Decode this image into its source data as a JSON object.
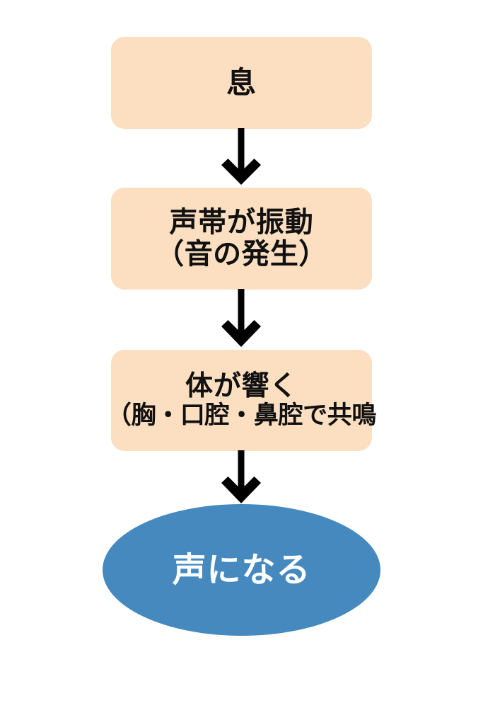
{
  "diagram": {
    "type": "flowchart",
    "orientation": "vertical",
    "background_color": "#ffffff",
    "box_fill_color": "#fcdfc0",
    "ellipse_fill_color": "#4589be",
    "text_color": "#111111",
    "ellipse_text_color": "#ffffff",
    "arrow_color": "#000000",
    "nodes": [
      {
        "id": "breath",
        "shape": "rounded-rectangle",
        "lines": [
          "息"
        ],
        "line_main": "息",
        "line_sub": ""
      },
      {
        "id": "vocal-folds",
        "shape": "rounded-rectangle",
        "lines": [
          "声帯が振動",
          "（音の発生）"
        ],
        "line_main": "声帯が振動",
        "line_sub": "（音の発生）"
      },
      {
        "id": "resonance",
        "shape": "rounded-rectangle",
        "lines": [
          "体が響く",
          "（胸・口腔・鼻腔で共鳴"
        ],
        "line_main": "体が響く",
        "line_sub": "（胸・口腔・鼻腔で共鳴"
      },
      {
        "id": "voice",
        "shape": "ellipse",
        "lines": [
          "声になる"
        ],
        "line_main": "声になる",
        "line_sub": ""
      }
    ],
    "connectors": [
      {
        "id": "arrow-1",
        "from": "breath",
        "to": "vocal-folds",
        "style": "down-arrow"
      },
      {
        "id": "arrow-2",
        "from": "vocal-folds",
        "to": "resonance",
        "style": "down-arrow"
      },
      {
        "id": "arrow-3",
        "from": "resonance",
        "to": "voice",
        "style": "down-arrow"
      }
    ]
  }
}
